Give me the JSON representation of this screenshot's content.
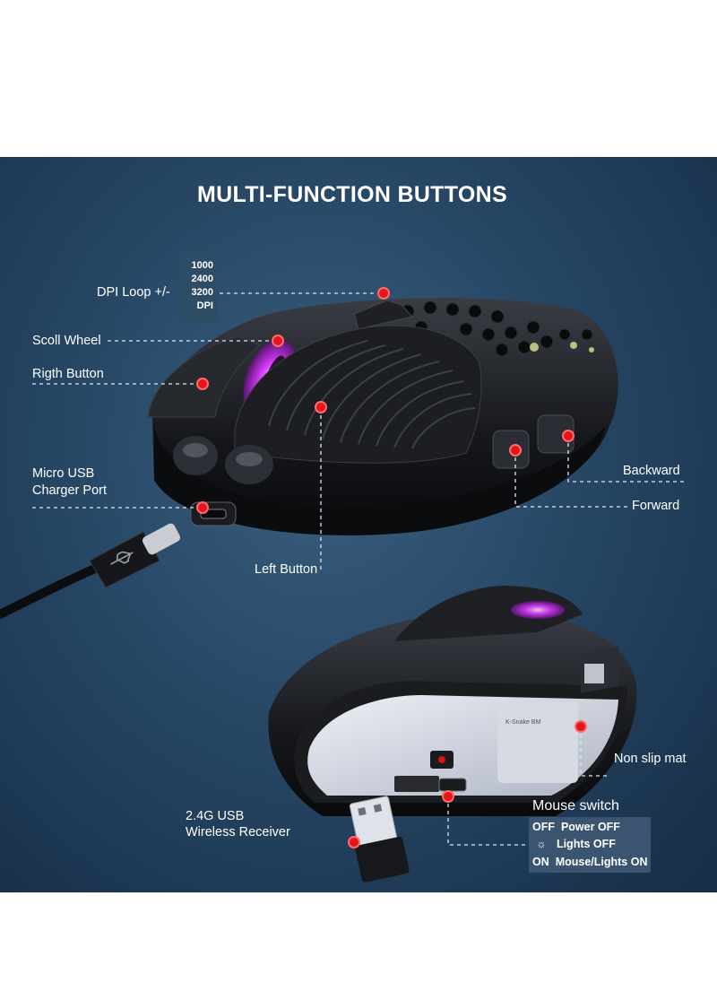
{
  "title": "MULTI-FUNCTION BUTTONS",
  "labels": {
    "dpi_loop": "DPI Loop +/-",
    "scroll_wheel": "Scoll Wheel",
    "right_button": "Rigth Button",
    "micro_usb_line1": "Micro USB",
    "micro_usb_line2": "Charger Port",
    "left_button": "Left Button",
    "backward": "Backward",
    "forward": "Forward",
    "non_slip_mat": "Non slip mat",
    "receiver_line1": "2.4G USB",
    "receiver_line2": "Wireless Receiver"
  },
  "dpi_values": [
    "1000",
    "2400",
    "3200",
    "DPI"
  ],
  "mouse_switch": {
    "title": "Mouse switch",
    "rows": [
      {
        "key": "OFF",
        "text": "Power OFF"
      },
      {
        "key": "☼",
        "text": "Lights OFF"
      },
      {
        "key": "ON",
        "text": "Mouse/Lights ON"
      }
    ]
  },
  "colors": {
    "background": "#274765",
    "marker": "#e3161b",
    "rgb_light": "#d63cff"
  },
  "icons": [
    "usb-icon",
    "sun-icon"
  ]
}
